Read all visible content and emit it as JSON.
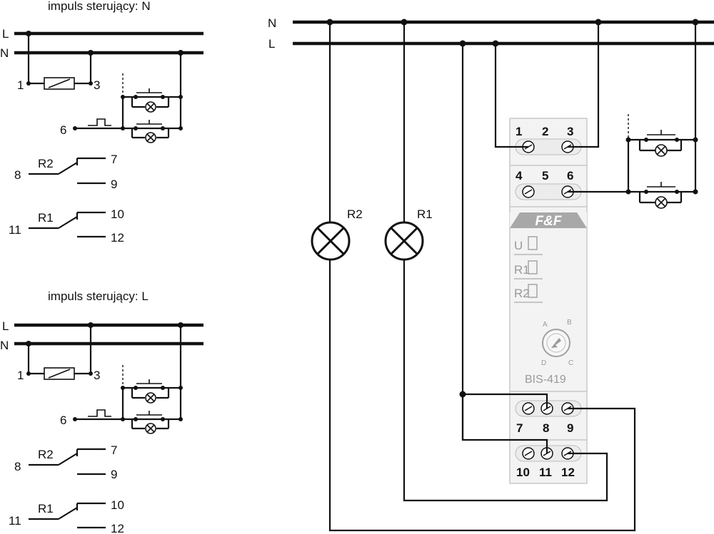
{
  "captions": {
    "top": "impuls sterujący: N",
    "bottom": "impuls sterujący: L"
  },
  "lines": {
    "neutral": "N",
    "live": "L"
  },
  "small_terminals": {
    "t1": "1",
    "t3": "3",
    "t6": "6",
    "t7": "7",
    "t8": "8",
    "t9": "9",
    "t10": "10",
    "t11": "11",
    "t12": "12"
  },
  "relays": {
    "r1": "R1",
    "r2": "R2"
  },
  "device": {
    "brand": "F&F",
    "model": "BIS-419",
    "top_row1": [
      "1",
      "2",
      "3"
    ],
    "top_row2": [
      "4",
      "5",
      "6"
    ],
    "bottom_row1": [
      "7",
      "8",
      "9"
    ],
    "bottom_row2": [
      "10",
      "11",
      "12"
    ],
    "indicators": [
      "U",
      "R1",
      "R2"
    ],
    "dial_letters": [
      "A",
      "B",
      "C",
      "D"
    ]
  },
  "lamps": {
    "left": "R2",
    "right": "R1"
  }
}
